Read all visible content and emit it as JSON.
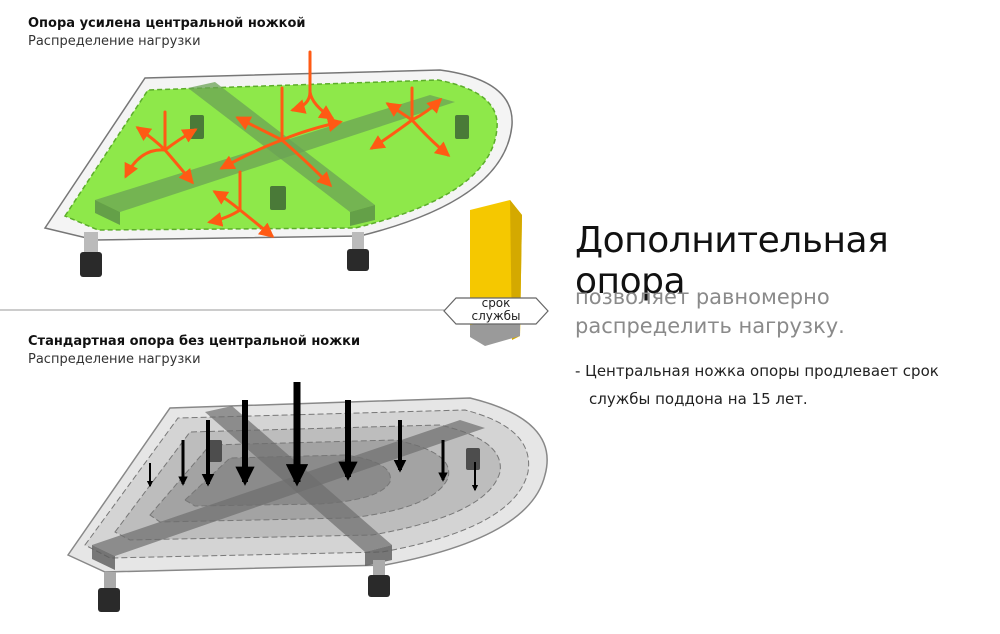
{
  "top_diagram": {
    "title": "Опора усилена центральной ножкой",
    "subtitle": "Распределение нагрузки",
    "green": "#8ee84a",
    "arrow_color": "#ff5a14"
  },
  "bottom_diagram": {
    "title": "Стандартная опора без центральной ножки",
    "subtitle": "Распределение нагрузки"
  },
  "badge": {
    "line1": "срок",
    "line2": "службы",
    "accent": "#f5c800"
  },
  "headline": "Дополнительная опора",
  "subline": {
    "line1": "позволяет равномерно",
    "line2": "распределить нагрузку."
  },
  "note": {
    "line1": "- Центральная ножка опоры продлевает срок",
    "line2": "службы поддона на 15 лет."
  }
}
